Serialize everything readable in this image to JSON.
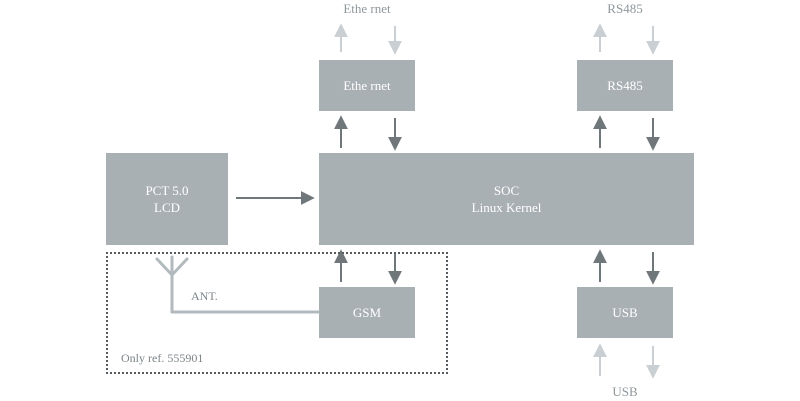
{
  "colors": {
    "box_fill": "#a9b0b4",
    "arrow_dark": "#6f777b",
    "arrow_light": "#c9cfd2",
    "antenna_line": "#b3babe",
    "dotted_border": "#555b5e"
  },
  "top_labels": {
    "ethernet": "Ethe rnet",
    "rs485": "RS485"
  },
  "bottom_labels": {
    "usb": "USB"
  },
  "blocks": {
    "ethernet": "Ethe rnet",
    "rs485": "RS485",
    "lcd_line1": "PCT 5.0",
    "lcd_line2": "LCD",
    "soc_line1": "SOC",
    "soc_line2": "Linux Kernel",
    "gsm": "GSM",
    "usb": "USB"
  },
  "annotations": {
    "antenna": "ANT.",
    "dotted_region": "Only ref. 555901"
  },
  "icons": [
    "arrow-up-icon",
    "arrow-down-icon",
    "arrow-right-icon",
    "antenna-icon"
  ]
}
